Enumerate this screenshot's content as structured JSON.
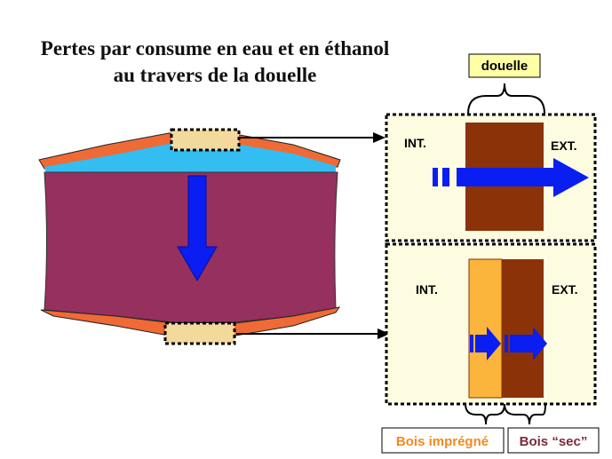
{
  "title": {
    "line1": "Pertes par consume en eau et en éthanol",
    "line2": "au travers de la douelle"
  },
  "labels": {
    "douelle": "douelle",
    "top_int": "INT.",
    "top_ext": "EXT.",
    "bottom_int": "INT.",
    "bottom_ext": "EXT.",
    "bois_impregne": "Bois imprégné",
    "bois_sec": "Bois “sec”"
  },
  "colors": {
    "barrel_wine": "#96305e",
    "barrel_headspace": "#34bdf0",
    "barrel_wood": "#ef6a35",
    "stave_highlight": "#f3d99c",
    "panel_bg": "#fdfbe0",
    "stave_dry": "#8b3209",
    "stave_impregnated": "#fbb43c",
    "arrow_blue": "#0a1ef2",
    "label_yellow_bg": "#ffffa5",
    "label_orange_text": "#f08a1c",
    "label_maroon_text": "#7a2a3a"
  },
  "icons": {
    "flow_arrow": "arrow-right-icon",
    "settle_arrow": "arrow-down-icon"
  }
}
